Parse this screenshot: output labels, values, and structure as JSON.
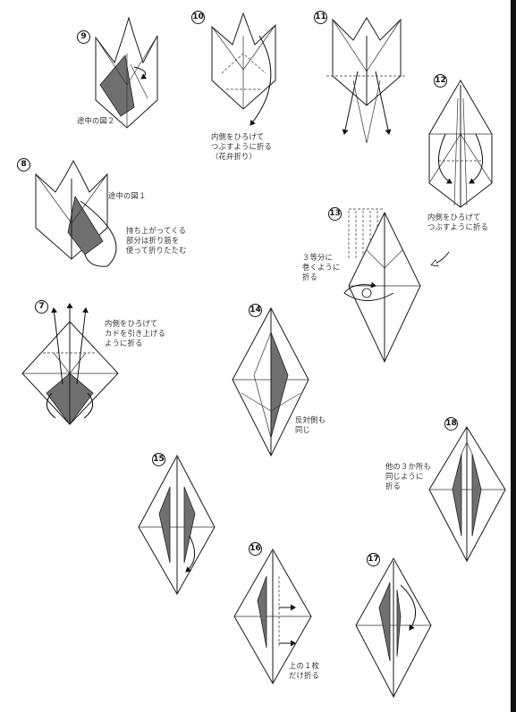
{
  "steps": [
    {
      "num": "9"
    },
    {
      "num": "10"
    },
    {
      "num": "11"
    },
    {
      "num": "12"
    },
    {
      "num": "8"
    },
    {
      "num": "13"
    },
    {
      "num": "7"
    },
    {
      "num": "14"
    },
    {
      "num": "18"
    },
    {
      "num": "15"
    },
    {
      "num": "16"
    },
    {
      "num": "17"
    }
  ],
  "notes": {
    "step9_midway": "途中の図２",
    "step10_instruction": "内側をひろげて\nつぶすように折る\n（花弁折り）",
    "step8_midway": "途中の図１",
    "step8_instruction": "持ち上がってくる\n部分は折り筋を\n使って折りたたむ",
    "step12_instruction": "内側をひろげて\nつぶすように折る",
    "step13_instruction": "３等分に\n巻くように\n折る",
    "step7_instruction": "内側をひろげて\nカドを引き上げる\nように折る",
    "step14_instruction": "反対側も\n同じ",
    "step18_instruction": "他の３か所も\n同じように\n折る",
    "step16_instruction": "上の１枚\nだけ折る"
  },
  "colors": {
    "line": "#1a1a1a",
    "shade": "#6f6f6f",
    "background": "#ffffff"
  }
}
